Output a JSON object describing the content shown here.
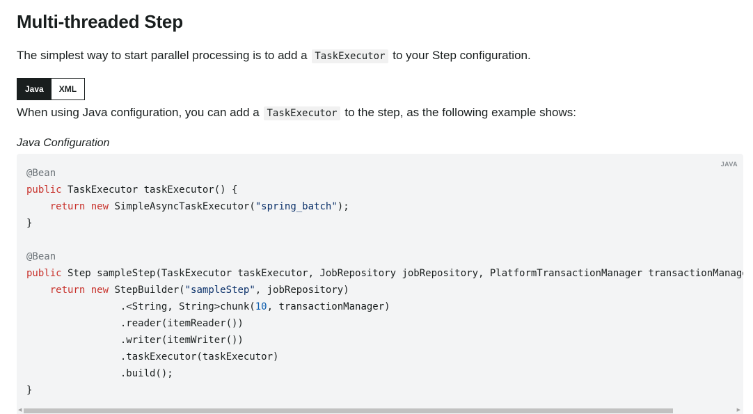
{
  "section": {
    "title": "Multi-threaded Step"
  },
  "intro": {
    "before": "The simplest way to start parallel processing is to add a",
    "code": "TaskExecutor",
    "after": "to your Step configuration."
  },
  "tabs": [
    {
      "label": "Java",
      "active": true
    },
    {
      "label": "XML",
      "active": false
    }
  ],
  "java_para": {
    "before": "When using Java configuration, you can add a",
    "code": "TaskExecutor",
    "after": "to the step, as the following example shows:"
  },
  "example": {
    "caption": "Java Configuration",
    "language_label": "JAVA",
    "lines": [
      [
        {
          "t": "ann",
          "v": "@Bean"
        }
      ],
      [
        {
          "t": "kw",
          "v": "public"
        },
        {
          "t": "plain",
          "v": " TaskExecutor taskExecutor() {"
        }
      ],
      [
        {
          "t": "plain",
          "v": "    "
        },
        {
          "t": "kw",
          "v": "return"
        },
        {
          "t": "plain",
          "v": " "
        },
        {
          "t": "kw",
          "v": "new"
        },
        {
          "t": "plain",
          "v": " SimpleAsyncTaskExecutor("
        },
        {
          "t": "str",
          "v": "\"spring_batch\""
        },
        {
          "t": "plain",
          "v": ");"
        }
      ],
      [
        {
          "t": "plain",
          "v": "}"
        }
      ],
      [
        {
          "t": "plain",
          "v": ""
        }
      ],
      [
        {
          "t": "ann",
          "v": "@Bean"
        }
      ],
      [
        {
          "t": "kw",
          "v": "public"
        },
        {
          "t": "plain",
          "v": " Step sampleStep(TaskExecutor taskExecutor, JobRepository jobRepository, PlatformTransactionManager transactionManager) {"
        }
      ],
      [
        {
          "t": "plain",
          "v": "    "
        },
        {
          "t": "kw",
          "v": "return"
        },
        {
          "t": "plain",
          "v": " "
        },
        {
          "t": "kw",
          "v": "new"
        },
        {
          "t": "plain",
          "v": " StepBuilder("
        },
        {
          "t": "str",
          "v": "\"sampleStep\""
        },
        {
          "t": "plain",
          "v": ", jobRepository)"
        }
      ],
      [
        {
          "t": "plain",
          "v": "                .<String, String>chunk("
        },
        {
          "t": "num",
          "v": "10"
        },
        {
          "t": "plain",
          "v": ", transactionManager)"
        }
      ],
      [
        {
          "t": "plain",
          "v": "                .reader(itemReader())"
        }
      ],
      [
        {
          "t": "plain",
          "v": "                .writer(itemWriter())"
        }
      ],
      [
        {
          "t": "plain",
          "v": "                .taskExecutor(taskExecutor)"
        }
      ],
      [
        {
          "t": "plain",
          "v": "                .build();"
        }
      ],
      [
        {
          "t": "plain",
          "v": "}"
        }
      ]
    ]
  },
  "colors": {
    "text": "#191e1e",
    "keyword": "#c8312b",
    "string": "#0a3069",
    "annotation": "#6d7479",
    "code_bg": "#f3f4f5"
  },
  "icons": {
    "scroll_left": "chevron-left-icon",
    "scroll_right": "chevron-right-icon"
  }
}
